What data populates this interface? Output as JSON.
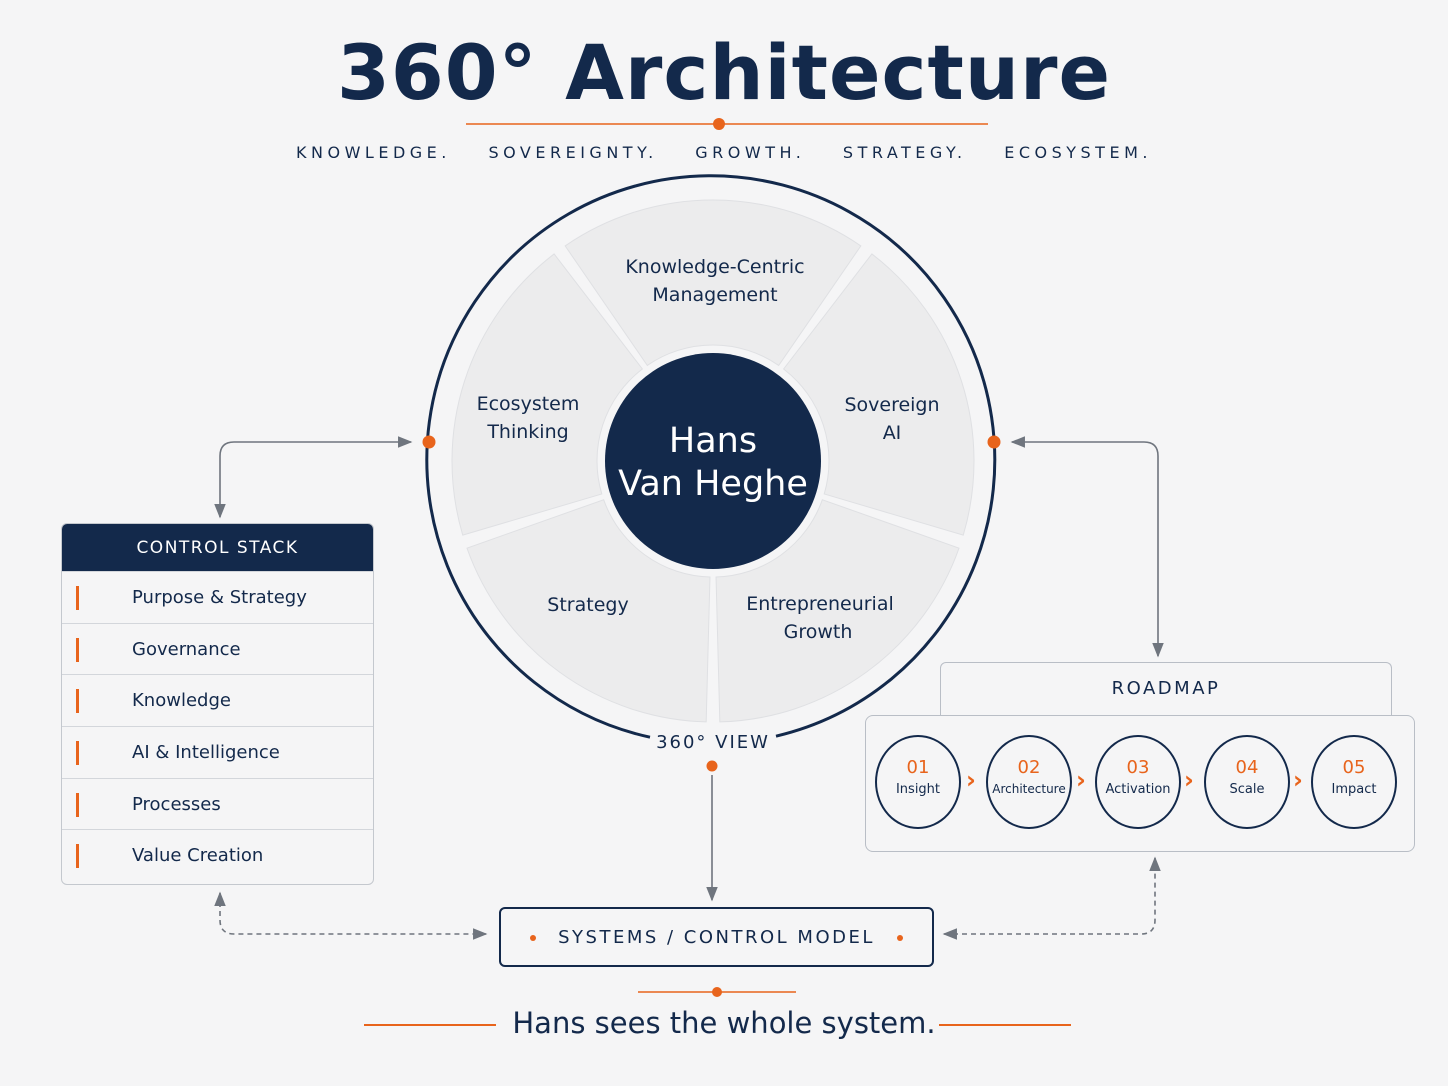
{
  "header": {
    "title": "360° Architecture",
    "pillars": [
      "KNOWLEDGE.",
      "SOVEREIGNTY.",
      "GROWTH.",
      "STRATEGY.",
      "ECOSYSTEM."
    ]
  },
  "wheel": {
    "center_lines": [
      "Hans",
      "Van Heghe"
    ],
    "segments": [
      {
        "lines": [
          "Knowledge-Centric",
          "Management"
        ]
      },
      {
        "lines": [
          "Sovereign",
          "AI"
        ]
      },
      {
        "lines": [
          "Entrepreneurial",
          "Growth"
        ]
      },
      {
        "lines": [
          "Strategy"
        ]
      },
      {
        "lines": [
          "Ecosystem",
          "Thinking"
        ]
      }
    ],
    "view_label": "360° VIEW"
  },
  "control_stack": {
    "title": "CONTROL STACK",
    "items": [
      "Purpose & Strategy",
      "Governance",
      "Knowledge",
      "AI & Intelligence",
      "Processes",
      "Value Creation"
    ]
  },
  "roadmap": {
    "title": "ROADMAP",
    "steps": [
      {
        "num": "01",
        "label": "Insight"
      },
      {
        "num": "02",
        "label": "Architecture"
      },
      {
        "num": "03",
        "label": "Activation"
      },
      {
        "num": "04",
        "label": "Scale"
      },
      {
        "num": "05",
        "label": "Impact"
      }
    ]
  },
  "systems_model": {
    "label": "SYSTEMS / CONTROL MODEL"
  },
  "tagline": "Hans sees the whole system.",
  "colors": {
    "navy": "#13294b",
    "accent": "#e8641c",
    "background": "#f5f5f6",
    "segment": "#ececed"
  }
}
